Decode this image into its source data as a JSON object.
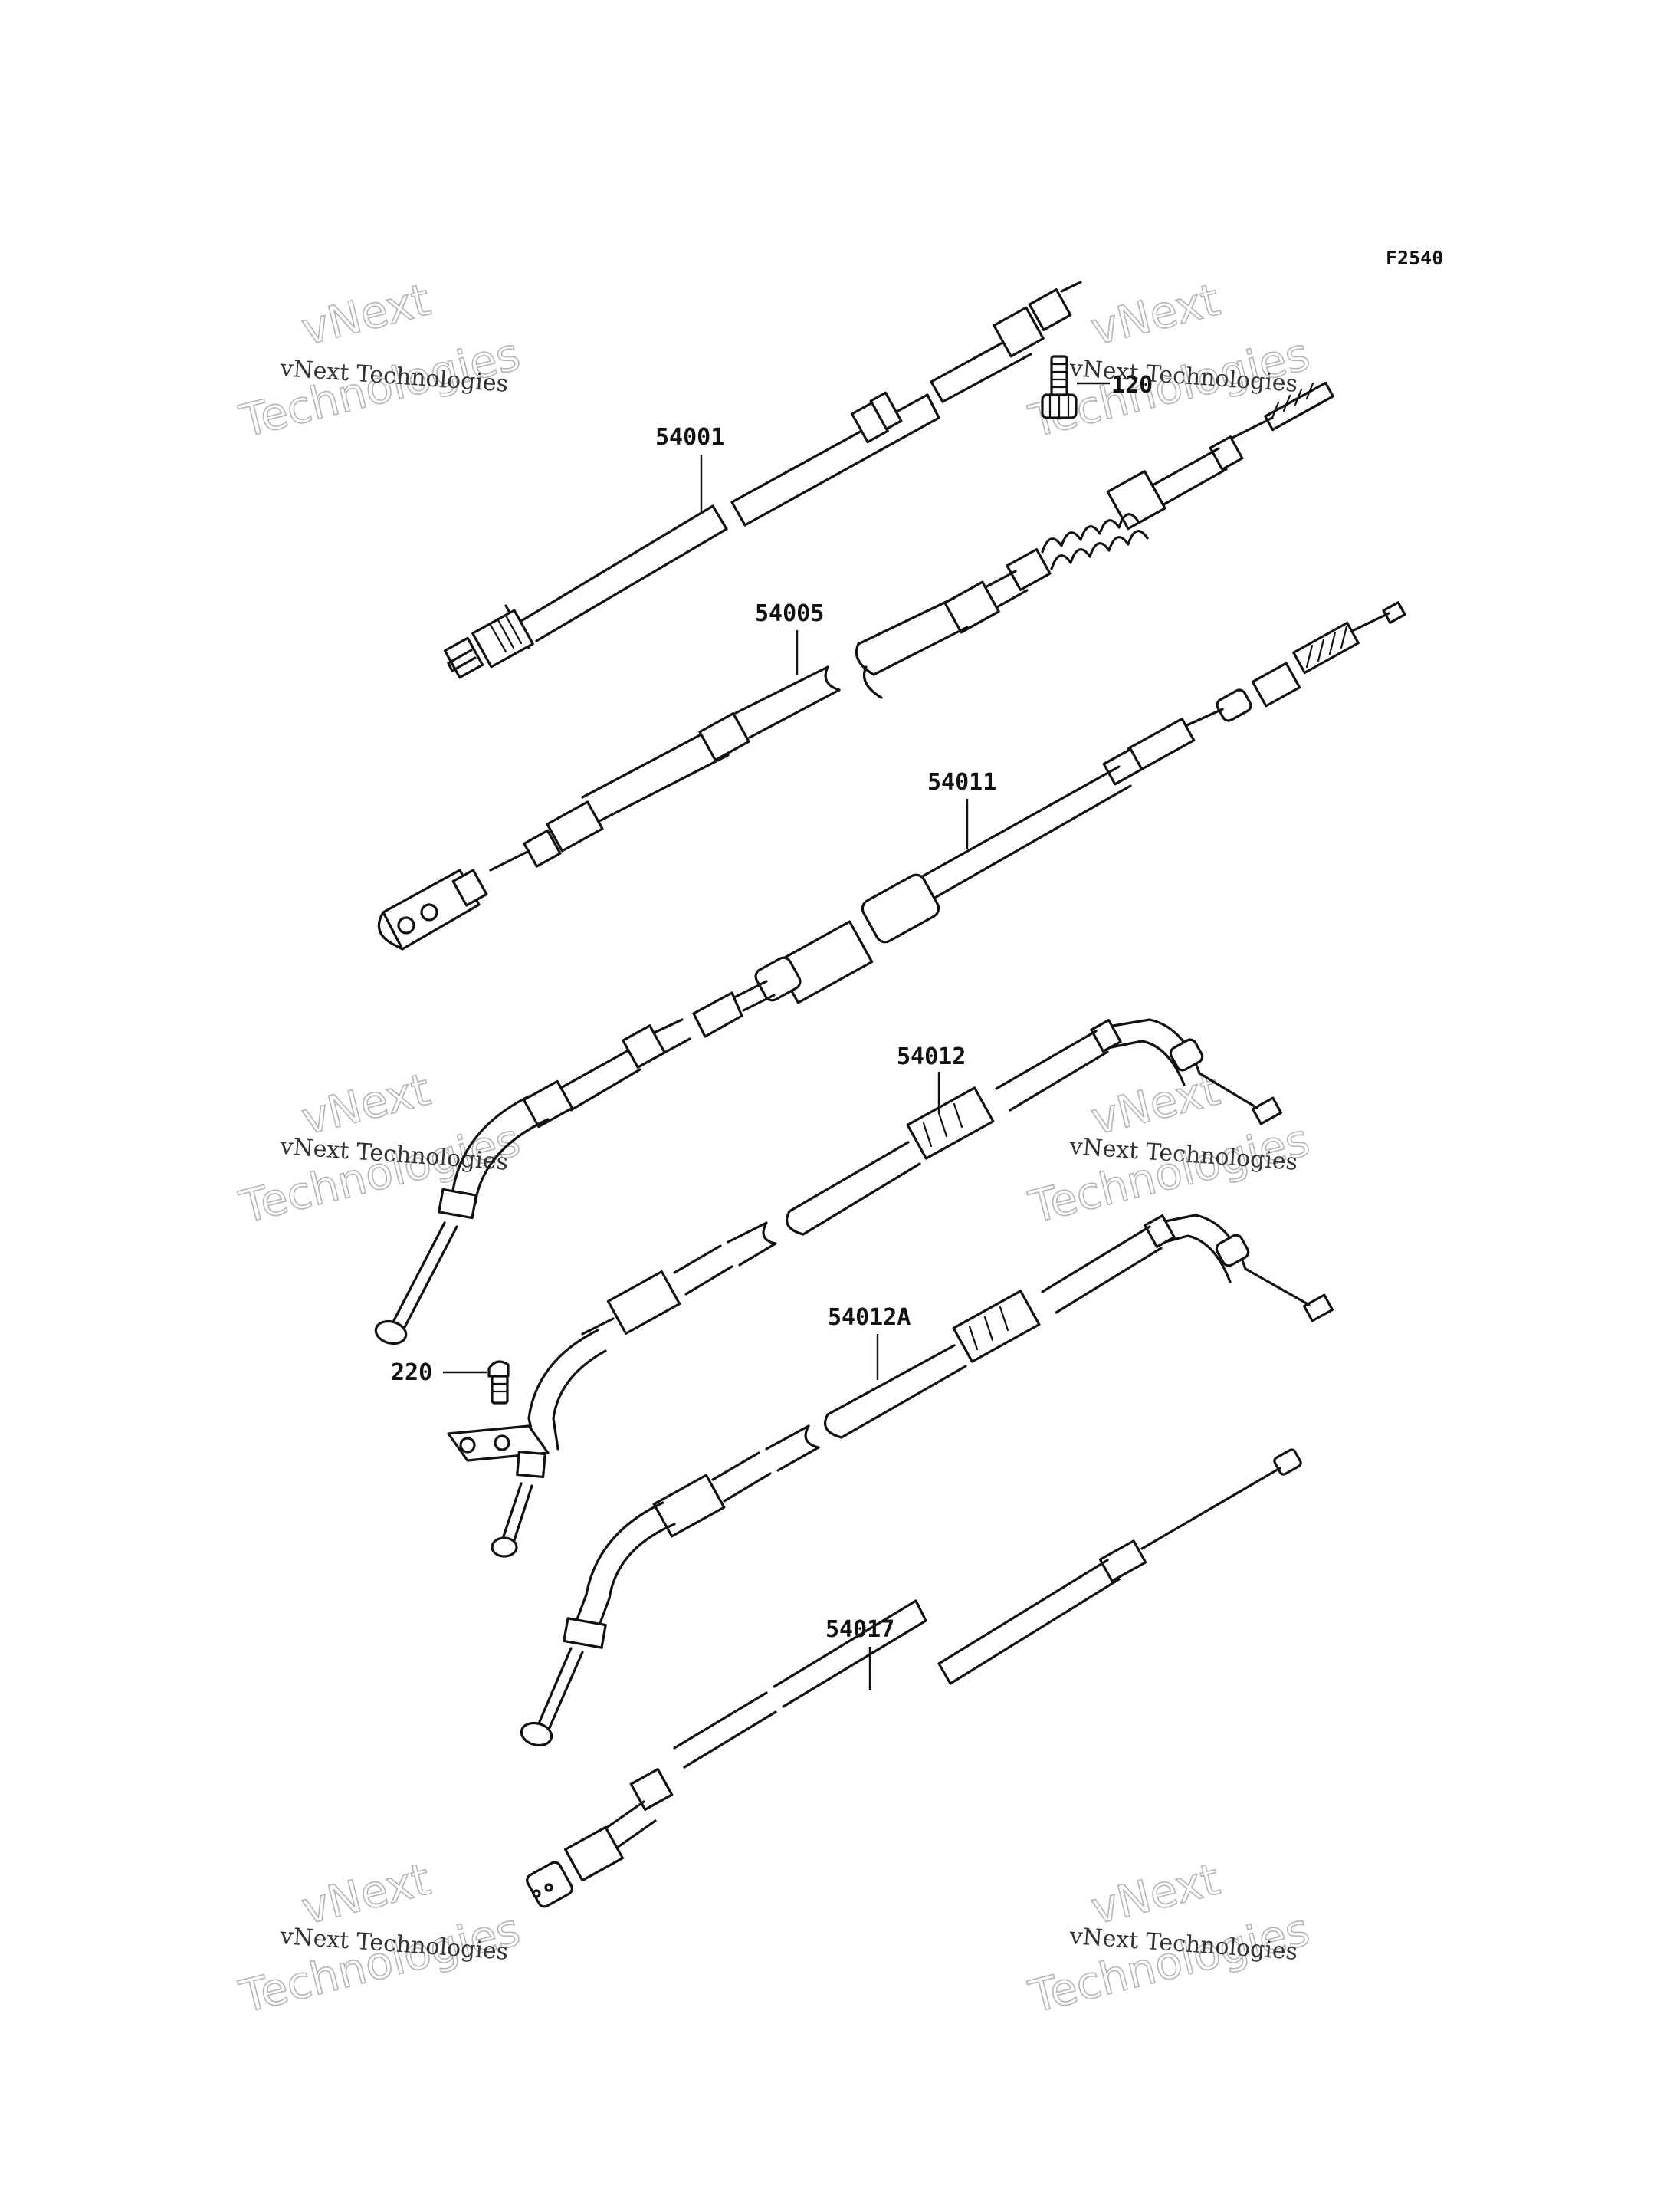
{
  "figure_code": "F2540",
  "parts": [
    {
      "id": "p54001",
      "number": "54001"
    },
    {
      "id": "p120",
      "number": "120"
    },
    {
      "id": "p54005",
      "number": "54005"
    },
    {
      "id": "p54011",
      "number": "54011"
    },
    {
      "id": "p54012",
      "number": "54012"
    },
    {
      "id": "p220",
      "number": "220"
    },
    {
      "id": "p54012A",
      "number": "54012A"
    },
    {
      "id": "p54017",
      "number": "54017"
    }
  ],
  "watermark": {
    "line_small": "vNext Technologies",
    "line_top": "vNext",
    "line_bottom": "Technologies"
  },
  "colors": {
    "line": "#111111",
    "watermark": "#b5b5b5",
    "background": "#ffffff"
  }
}
